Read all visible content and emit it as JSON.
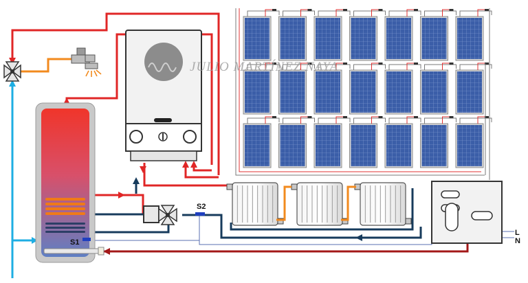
{
  "watermark": "JULIO MARTÍNEZ NAYA",
  "labels": {
    "s1": "S1",
    "s2": "S2",
    "l": "L",
    "n": "N"
  },
  "panels": {
    "rows": 3,
    "cols": 7
  },
  "radiators": {
    "count": 3
  },
  "colors": {
    "hot": "#e02626",
    "cold": "#1eaee3",
    "return": "#173b5c",
    "solar_loop": "#a31818",
    "dhw": "#f28a1e",
    "panel_cell": "#3b5ea8"
  }
}
